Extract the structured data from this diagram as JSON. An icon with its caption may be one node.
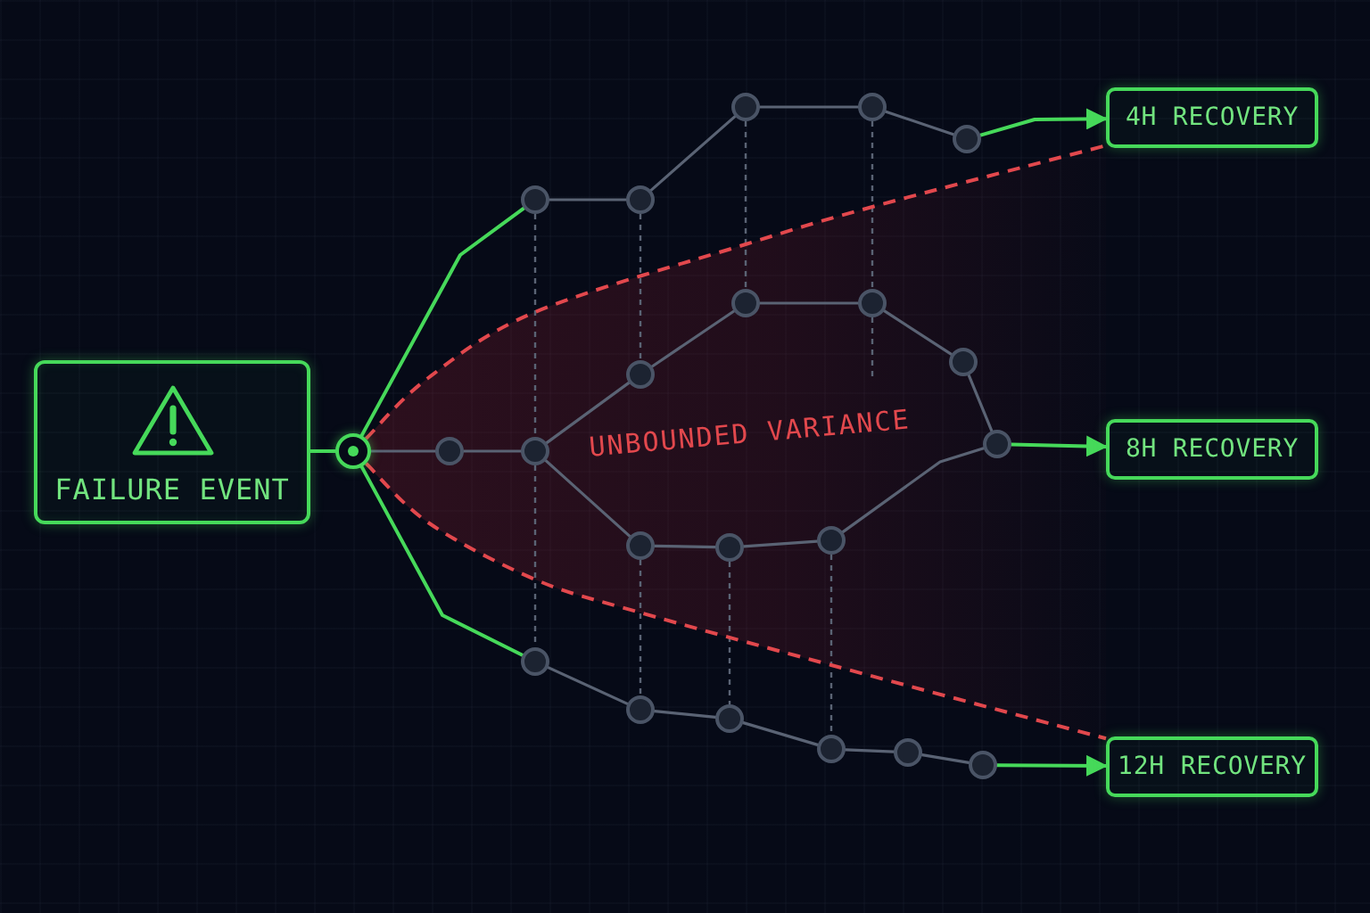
{
  "diagram": {
    "nodes": [
      {
        "text": [
          "FAILURE EVENT"
        ]
      },
      {
        "text": [],
        "shape": "circle"
      },
      {
        "text": [
          "4H RECOVERY"
        ]
      },
      {
        "text": [
          "8H RECOVERY"
        ]
      },
      {
        "text": [
          "12H RECOVERY"
        ]
      },
      {
        "text": [],
        "shape": "circle"
      },
      {
        "text": [],
        "shape": "circle"
      },
      {
        "text": [],
        "shape": "circle"
      },
      {
        "text": [],
        "shape": "circle"
      },
      {
        "text": [],
        "shape": "circle"
      },
      {
        "text": [],
        "shape": "circle"
      },
      {
        "text": [],
        "shape": "circle"
      },
      {
        "text": [],
        "shape": "circle"
      },
      {
        "text": [],
        "shape": "circle"
      },
      {
        "text": [],
        "shape": "circle"
      },
      {
        "text": [],
        "shape": "circle"
      },
      {
        "text": [],
        "shape": "circle"
      },
      {
        "text": [],
        "shape": "circle"
      },
      {
        "text": [],
        "shape": "circle"
      },
      {
        "text": [],
        "shape": "circle"
      },
      {
        "text": [],
        "shape": "circle"
      },
      {
        "text": [],
        "shape": "circle"
      },
      {
        "text": [],
        "shape": "circle"
      },
      {
        "text": [],
        "shape": "circle"
      },
      {
        "text": [],
        "shape": "circle"
      },
      {
        "text": [],
        "shape": "circle"
      }
    ],
    "edges": [
      {
        "from": 0,
        "to": 1,
        "arrow": "none",
        "color": "#46d95a"
      },
      {
        "from": 1,
        "to": 5,
        "arrow": "none",
        "color": "#46d95a"
      },
      {
        "from": 1,
        "to": 10,
        "arrow": "none"
      },
      {
        "from": 1,
        "to": 20,
        "arrow": "none",
        "color": "#46d95a"
      },
      {
        "from": 5,
        "to": 6,
        "arrow": "none"
      },
      {
        "from": 6,
        "to": 7,
        "arrow": "none"
      },
      {
        "from": 7,
        "to": 8,
        "arrow": "none"
      },
      {
        "from": 8,
        "to": 9,
        "arrow": "none"
      },
      {
        "from": 9,
        "to": 2,
        "arrow": "to",
        "color": "#46d95a"
      },
      {
        "from": 10,
        "to": 11,
        "arrow": "none"
      },
      {
        "from": 11,
        "to": 12,
        "arrow": "none"
      },
      {
        "from": 12,
        "to": 13,
        "arrow": "none"
      },
      {
        "from": 13,
        "to": 14,
        "arrow": "none"
      },
      {
        "from": 14,
        "to": 15,
        "arrow": "none"
      },
      {
        "from": 15,
        "to": 16,
        "arrow": "none"
      },
      {
        "from": 16,
        "to": 3,
        "arrow": "to",
        "color": "#46d95a"
      },
      {
        "from": 11,
        "to": 17,
        "arrow": "none"
      },
      {
        "from": 17,
        "to": 18,
        "arrow": "none"
      },
      {
        "from": 18,
        "to": 19,
        "arrow": "none"
      },
      {
        "from": 19,
        "to": 16,
        "arrow": "none"
      },
      {
        "from": 20,
        "to": 21,
        "arrow": "none"
      },
      {
        "from": 21,
        "to": 22,
        "arrow": "none"
      },
      {
        "from": 22,
        "to": 23,
        "arrow": "none"
      },
      {
        "from": 23,
        "to": 24,
        "arrow": "none"
      },
      {
        "from": 24,
        "to": 25,
        "arrow": "none"
      },
      {
        "from": 25,
        "to": 4,
        "arrow": "to",
        "color": "#46d95a"
      },
      {
        "from": 5,
        "to": 11,
        "arrow": "none",
        "style": "dashed"
      },
      {
        "from": 11,
        "to": 20,
        "arrow": "none",
        "style": "dashed"
      },
      {
        "from": 6,
        "to": 12,
        "arrow": "none",
        "style": "dashed"
      },
      {
        "from": 17,
        "to": 21,
        "arrow": "none",
        "style": "dashed"
      },
      {
        "from": 7,
        "to": 13,
        "arrow": "none",
        "style": "dashed"
      },
      {
        "from": 8,
        "to": 14,
        "arrow": "none",
        "style": "dashed"
      },
      {
        "from": 14,
        "to": null,
        "arrow": "none",
        "style": "dashed"
      },
      {
        "from": 18,
        "to": 22,
        "arrow": "none",
        "style": "dashed"
      },
      {
        "from": 19,
        "to": 23,
        "arrow": "none",
        "style": "dashed"
      },
      {
        "from": 1,
        "to": 2,
        "arrow": "none",
        "style": "dashed",
        "color": "#e2484d"
      },
      {
        "from": 1,
        "to": 4,
        "arrow": "none",
        "style": "dashed",
        "color": "#e2484d"
      }
    ],
    "labels": [
      "UNBOUNDED VARIANCE"
    ]
  }
}
